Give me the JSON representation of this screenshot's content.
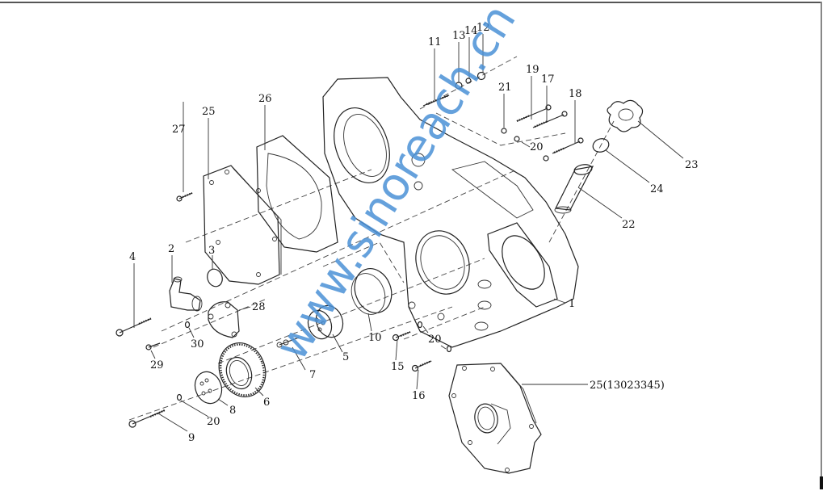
{
  "diagram": {
    "title": "Gear housing / timing cover exploded view",
    "watermark": "www.sinoreach.cn",
    "part_callouts": [
      {
        "id": "1",
        "label": "1"
      },
      {
        "id": "2",
        "label": "2"
      },
      {
        "id": "3",
        "label": "3"
      },
      {
        "id": "4",
        "label": "4"
      },
      {
        "id": "5",
        "label": "5"
      },
      {
        "id": "6",
        "label": "6"
      },
      {
        "id": "7",
        "label": "7"
      },
      {
        "id": "8",
        "label": "8"
      },
      {
        "id": "9",
        "label": "9"
      },
      {
        "id": "10",
        "label": "10"
      },
      {
        "id": "11",
        "label": "11"
      },
      {
        "id": "12",
        "label": "12"
      },
      {
        "id": "13",
        "label": "13"
      },
      {
        "id": "14",
        "label": "14"
      },
      {
        "id": "15",
        "label": "15"
      },
      {
        "id": "16",
        "label": "16"
      },
      {
        "id": "17",
        "label": "17"
      },
      {
        "id": "18",
        "label": "18"
      },
      {
        "id": "19",
        "label": "19"
      },
      {
        "id": "20a",
        "label": "20"
      },
      {
        "id": "20b",
        "label": "20"
      },
      {
        "id": "20c",
        "label": "20"
      },
      {
        "id": "21",
        "label": "21"
      },
      {
        "id": "22",
        "label": "22"
      },
      {
        "id": "23",
        "label": "23"
      },
      {
        "id": "24",
        "label": "24"
      },
      {
        "id": "25a",
        "label": "25"
      },
      {
        "id": "25b",
        "label": "25(13023345)"
      },
      {
        "id": "26",
        "label": "26"
      },
      {
        "id": "27",
        "label": "27"
      },
      {
        "id": "28",
        "label": "28"
      },
      {
        "id": "29",
        "label": "29"
      },
      {
        "id": "30",
        "label": "30"
      }
    ]
  }
}
